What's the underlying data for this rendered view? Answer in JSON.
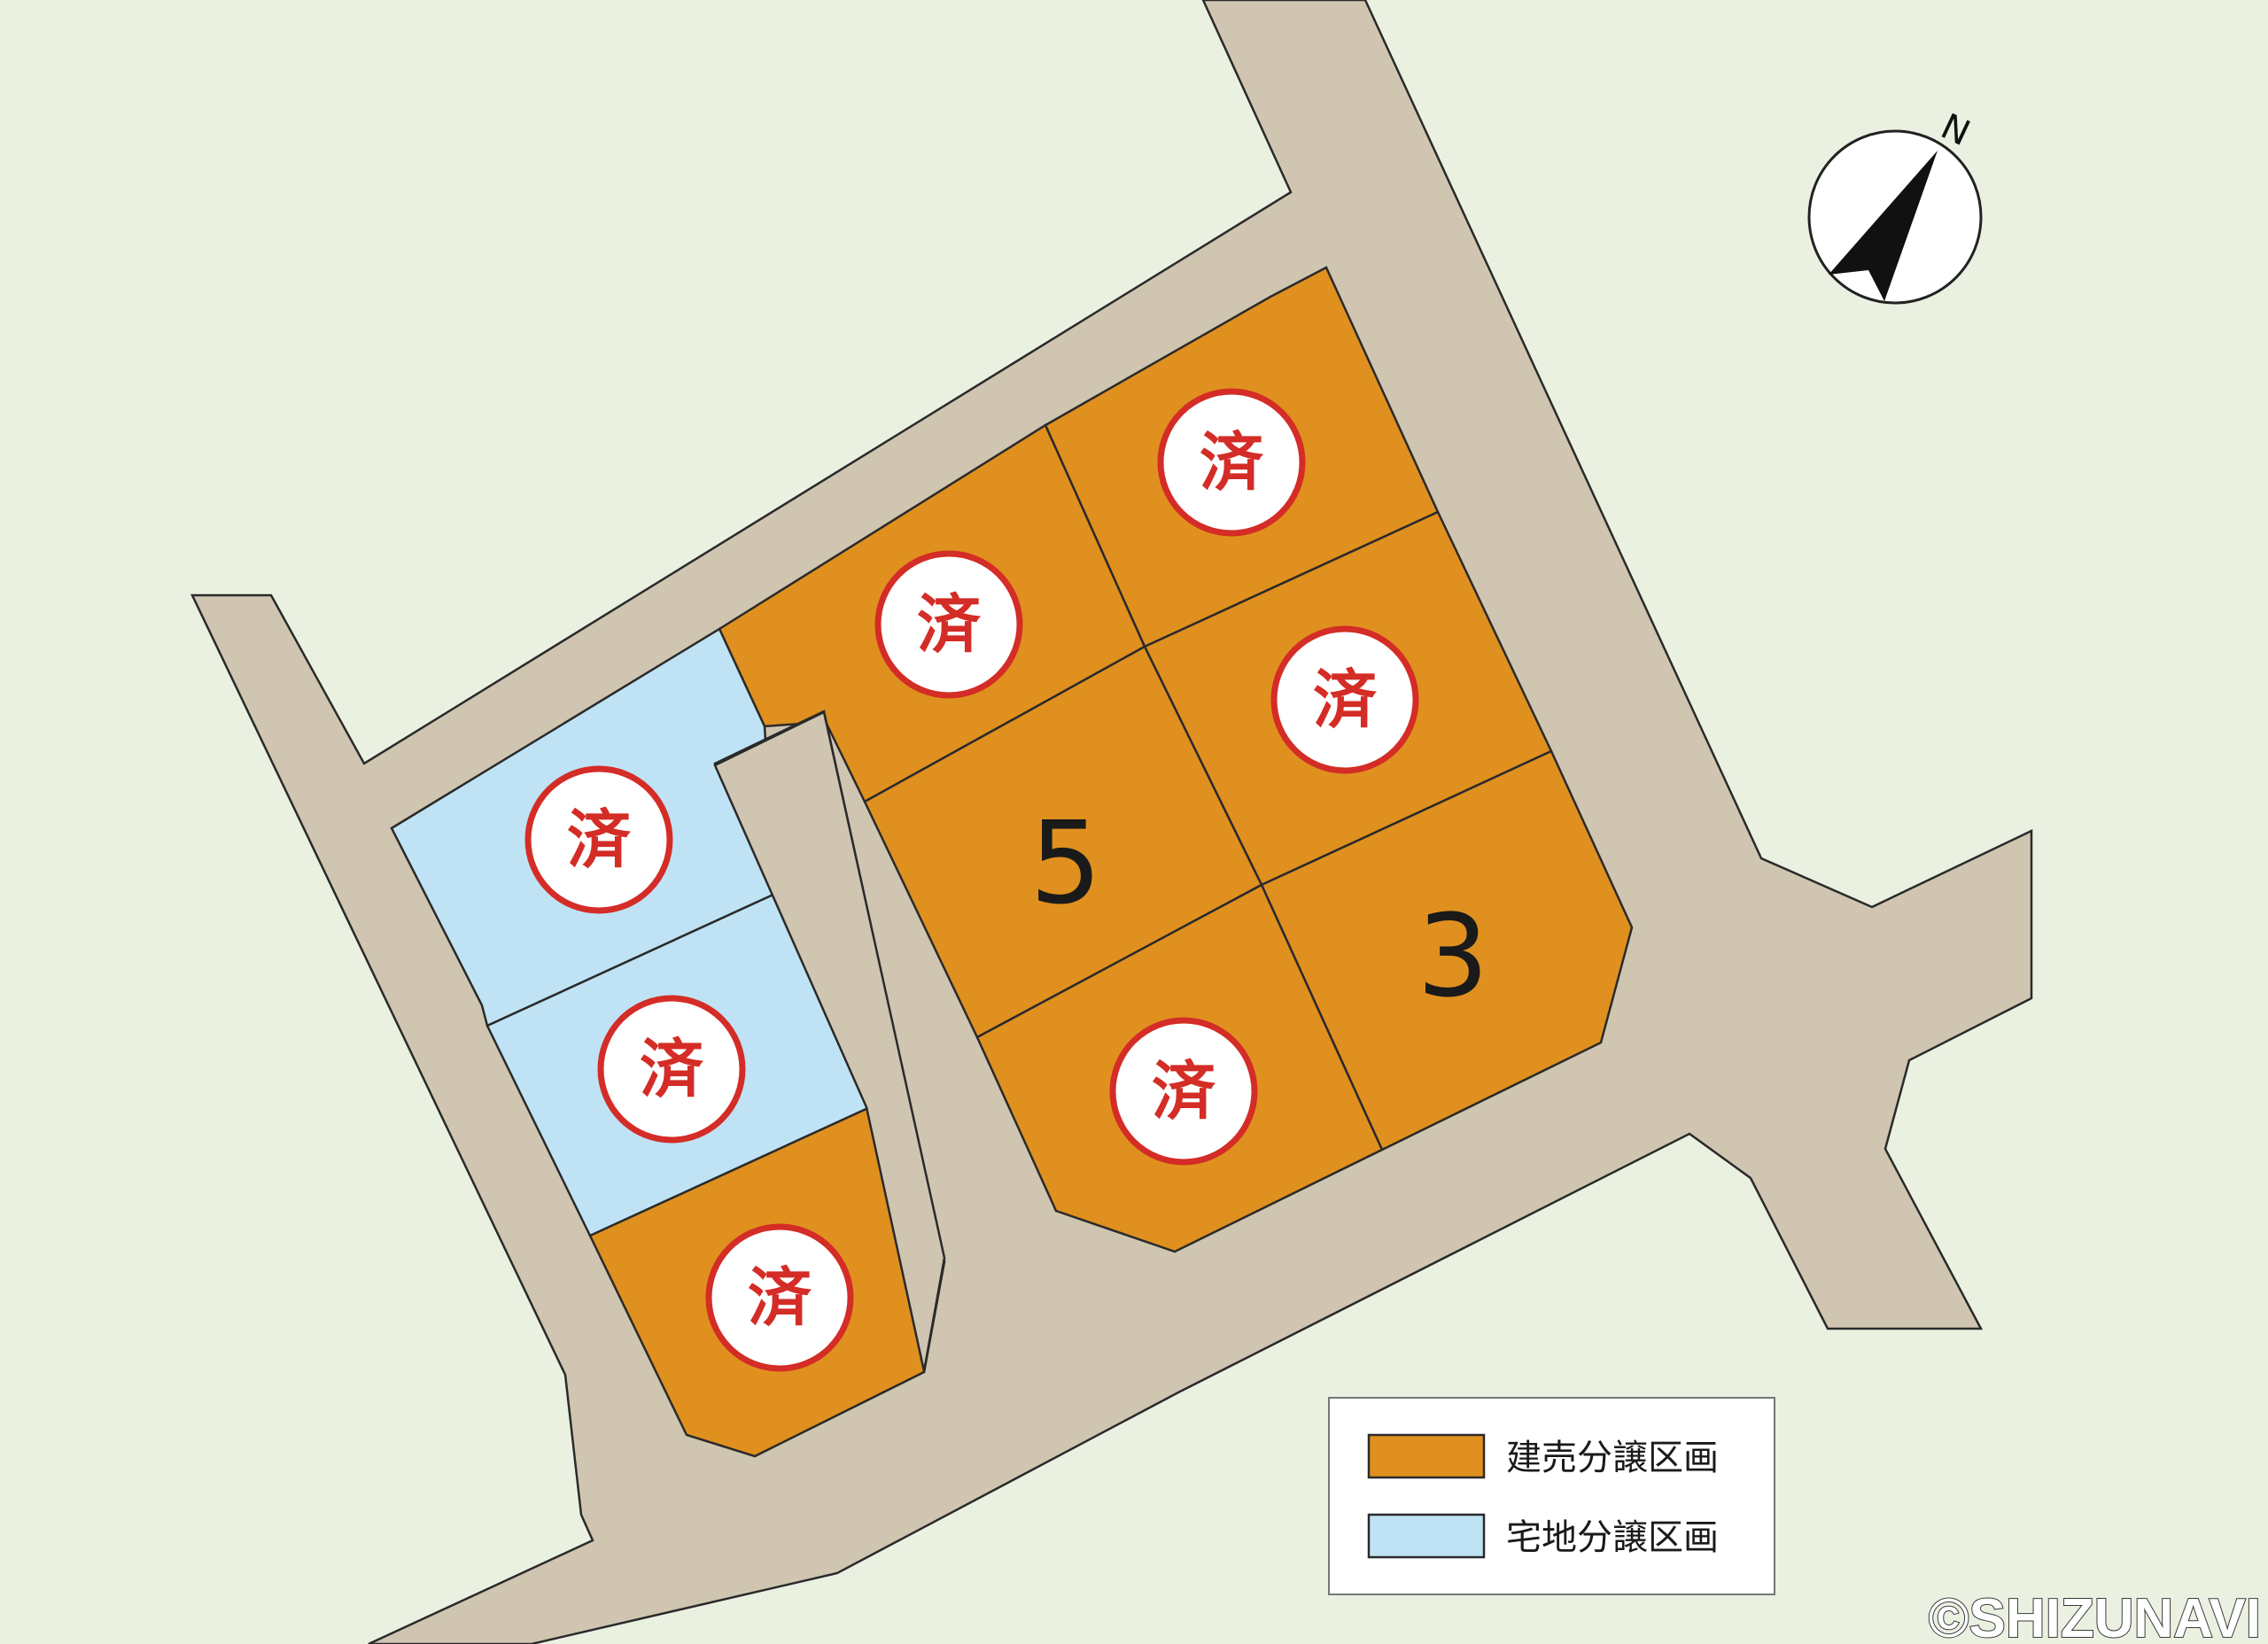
{
  "colors": {
    "background": "#eaf1e1",
    "road": "#cfc5b1",
    "lot_orange": "#e0901f",
    "lot_blue": "#bfe3f5",
    "sold_red": "#d42c26",
    "outline": "#2a2a2a"
  },
  "compass": {
    "north_label": "N",
    "icon": "north-arrow-icon"
  },
  "lots": [
    {
      "id": "a",
      "type": "建売分譲区画",
      "label": "済",
      "sold": true
    },
    {
      "id": "b",
      "type": "建売分譲区画",
      "label": "済",
      "sold": true
    },
    {
      "id": "c",
      "type": "建売分譲区画",
      "label": "済",
      "sold": true
    },
    {
      "id": "d",
      "type": "建売分譲区画",
      "label": "5",
      "sold": false
    },
    {
      "id": "e",
      "type": "建売分譲区画",
      "label": "3",
      "sold": false
    },
    {
      "id": "f",
      "type": "建売分譲区画",
      "label": "済",
      "sold": true
    },
    {
      "id": "g",
      "type": "宅地分譲区画",
      "label": "済",
      "sold": true
    },
    {
      "id": "h",
      "type": "宅地分譲区画",
      "label": "済",
      "sold": true
    },
    {
      "id": "i",
      "type": "建売分譲区画",
      "label": "済",
      "sold": true
    }
  ],
  "legend": {
    "items": [
      {
        "label": "建売分譲区画",
        "color": "#e0901f"
      },
      {
        "label": "宅地分譲区画",
        "color": "#bfe3f5"
      }
    ]
  },
  "copyright": "©SHIZUNAVI"
}
